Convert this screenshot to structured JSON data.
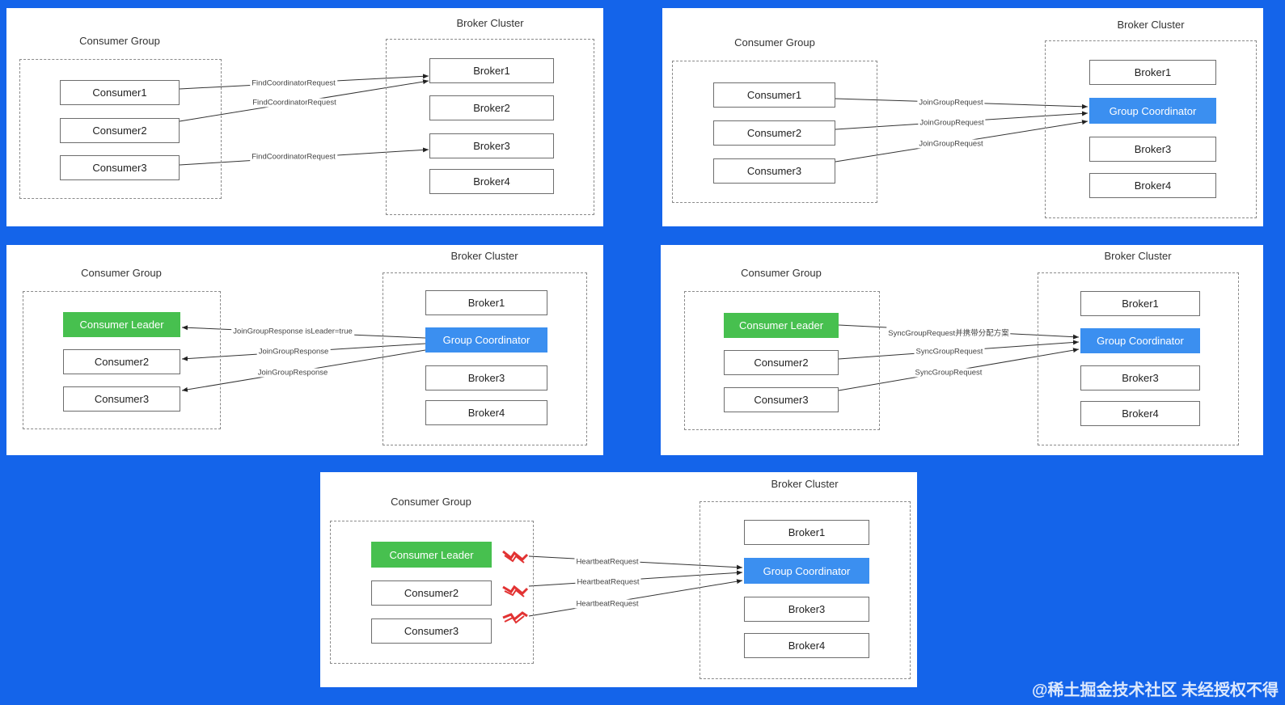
{
  "colors": {
    "background": "#1464ea",
    "leader": "#47c04f",
    "coordinator": "#3b8ff0"
  },
  "panels": [
    {
      "group_label": "Consumer Group",
      "cluster_label": "Broker Cluster",
      "consumers": [
        "Consumer1",
        "Consumer2",
        "Consumer3"
      ],
      "brokers": [
        "Broker1",
        "Broker2",
        "Broker3",
        "Broker4"
      ],
      "messages": [
        "FindCoordinatorRequest",
        "FindCoordinatorRequest",
        "FindCoordinatorRequest"
      ]
    },
    {
      "group_label": "Consumer Group",
      "cluster_label": "Broker Cluster",
      "consumers": [
        "Consumer1",
        "Consumer2",
        "Consumer3"
      ],
      "brokers": [
        "Broker1",
        "Group Coordinator",
        "Broker3",
        "Broker4"
      ],
      "messages": [
        "JoinGroupRequest",
        "JoinGroupRequest",
        "JoinGroupRequest"
      ]
    },
    {
      "group_label": "Consumer Group",
      "cluster_label": "Broker Cluster",
      "consumers": [
        "Consumer Leader",
        "Consumer2",
        "Consumer3"
      ],
      "brokers": [
        "Broker1",
        "Group Coordinator",
        "Broker3",
        "Broker4"
      ],
      "messages": [
        "JoinGroupResponse isLeader=true",
        "JoinGroupResponse",
        "JoinGroupResponse"
      ]
    },
    {
      "group_label": "Consumer Group",
      "cluster_label": "Broker Cluster",
      "consumers": [
        "Consumer Leader",
        "Consumer2",
        "Consumer3"
      ],
      "brokers": [
        "Broker1",
        "Group Coordinator",
        "Broker3",
        "Broker4"
      ],
      "messages": [
        "SyncGroupRequest并携带分配方案",
        "SyncGroupRequest",
        "SyncGroupRequest"
      ]
    },
    {
      "group_label": "Consumer Group",
      "cluster_label": "Broker Cluster",
      "consumers": [
        "Consumer Leader",
        "Consumer2",
        "Consumer3"
      ],
      "brokers": [
        "Broker1",
        "Group Coordinator",
        "Broker3",
        "Broker4"
      ],
      "messages": [
        "HeartbeatRequest",
        "HeartbeatRequest",
        "HeartbeatRequest"
      ]
    }
  ],
  "watermark": "@稀土掘金技术社区 未经授权不得"
}
